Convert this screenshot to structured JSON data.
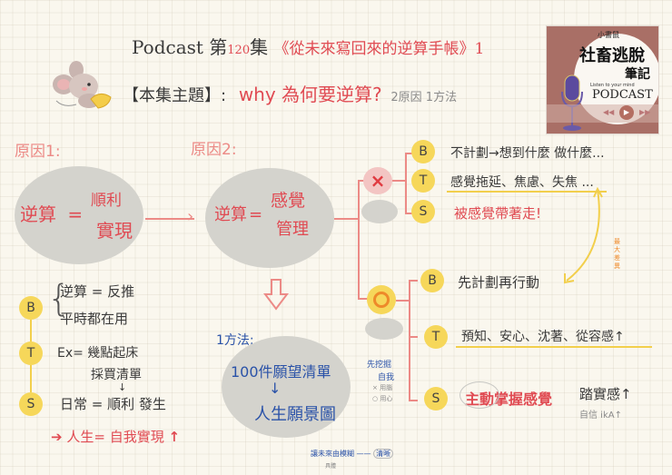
{
  "header": {
    "title_prefix": "Podcast 第",
    "episode_number": "120",
    "title_suffix": "集",
    "book_title": "《從未來寫回來的逆算手帳》1",
    "topic_label": "【本集主題】:",
    "topic": "why 為何要逆算?",
    "topic_note": "2原因 1方法"
  },
  "cover": {
    "brand_small": "小書鼠",
    "title_line1": "社畜逃脫",
    "title_line2": "筆記",
    "tagline": "Listen to your mind",
    "podcast": "PODCAST",
    "controls": [
      "◀◀",
      "▶",
      "▶▶"
    ]
  },
  "reason1": {
    "label": "原因1:",
    "formula_left": "逆算",
    "equals": "=",
    "formula_right_top": "順利",
    "formula_right_bottom": "實現",
    "bts": [
      {
        "letter": "B",
        "lines": [
          "逆算 = 反推",
          "平時都在用"
        ]
      },
      {
        "letter": "T",
        "lines": [
          "Ex= 幾點起床",
          "採買清單",
          "↓"
        ]
      },
      {
        "letter": "S",
        "lines": [
          "日常 = 順利 發生"
        ]
      }
    ],
    "conclusion": "人生= 自我實現",
    "conclusion_arrow": "↑"
  },
  "reason2": {
    "label": "原因2:",
    "formula_left": "逆算",
    "equals": "=",
    "formula_right_top": "感覺",
    "formula_right_bottom": "管理",
    "negative": {
      "symbol": "×",
      "B": "不計劃→想到什麼 做什麼...",
      "T": "感覺拖延、焦慮、失焦 ...",
      "S": "被感覺帶著走!"
    },
    "positive": {
      "symbol": "O",
      "B": "先計劃再行動",
      "T": "預知、安心、沈著、從容感↑",
      "S_red": "主動掌握感覺",
      "S_dark": "踏實感↑",
      "S_sub": "自信 ikA↑"
    },
    "side_note": "最大差異"
  },
  "method": {
    "label": "1方法:",
    "item1": "100件願望清單",
    "arrow": "↓",
    "item2": "人生願景圖",
    "note1_line1": "先挖掘",
    "note1_line2": "自我",
    "note1_sub1": "× 用腦",
    "note1_sub2": "○ 用心",
    "note2": "讓未來由模糊",
    "note2_arrow": "——",
    "note2_result": "清晰",
    "note2_sub": "具體"
  }
}
